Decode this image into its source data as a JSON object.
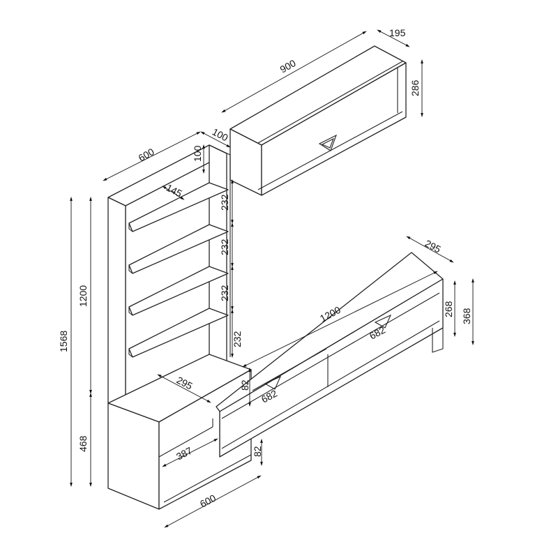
{
  "wall_cabinet": {
    "width": "900",
    "depth": "195",
    "height": "286",
    "gap_to_shelf": "100"
  },
  "shelf_unit": {
    "width": "600",
    "top_offset": "100",
    "shelf_depth": "145",
    "shelf_spacing": [
      "232",
      "232",
      "232",
      "232"
    ],
    "upper_height": "1200",
    "total_height": "1568",
    "lower_height": "468"
  },
  "lower_cabinet": {
    "depth": "295",
    "inner_width": "387",
    "width": "600"
  },
  "tv_unit": {
    "depth": "295",
    "width": "1200",
    "body_height": "268",
    "total_height": "368",
    "drawer_widths": [
      "682",
      "682"
    ],
    "drawer_height": "82",
    "leg_height": "82"
  }
}
